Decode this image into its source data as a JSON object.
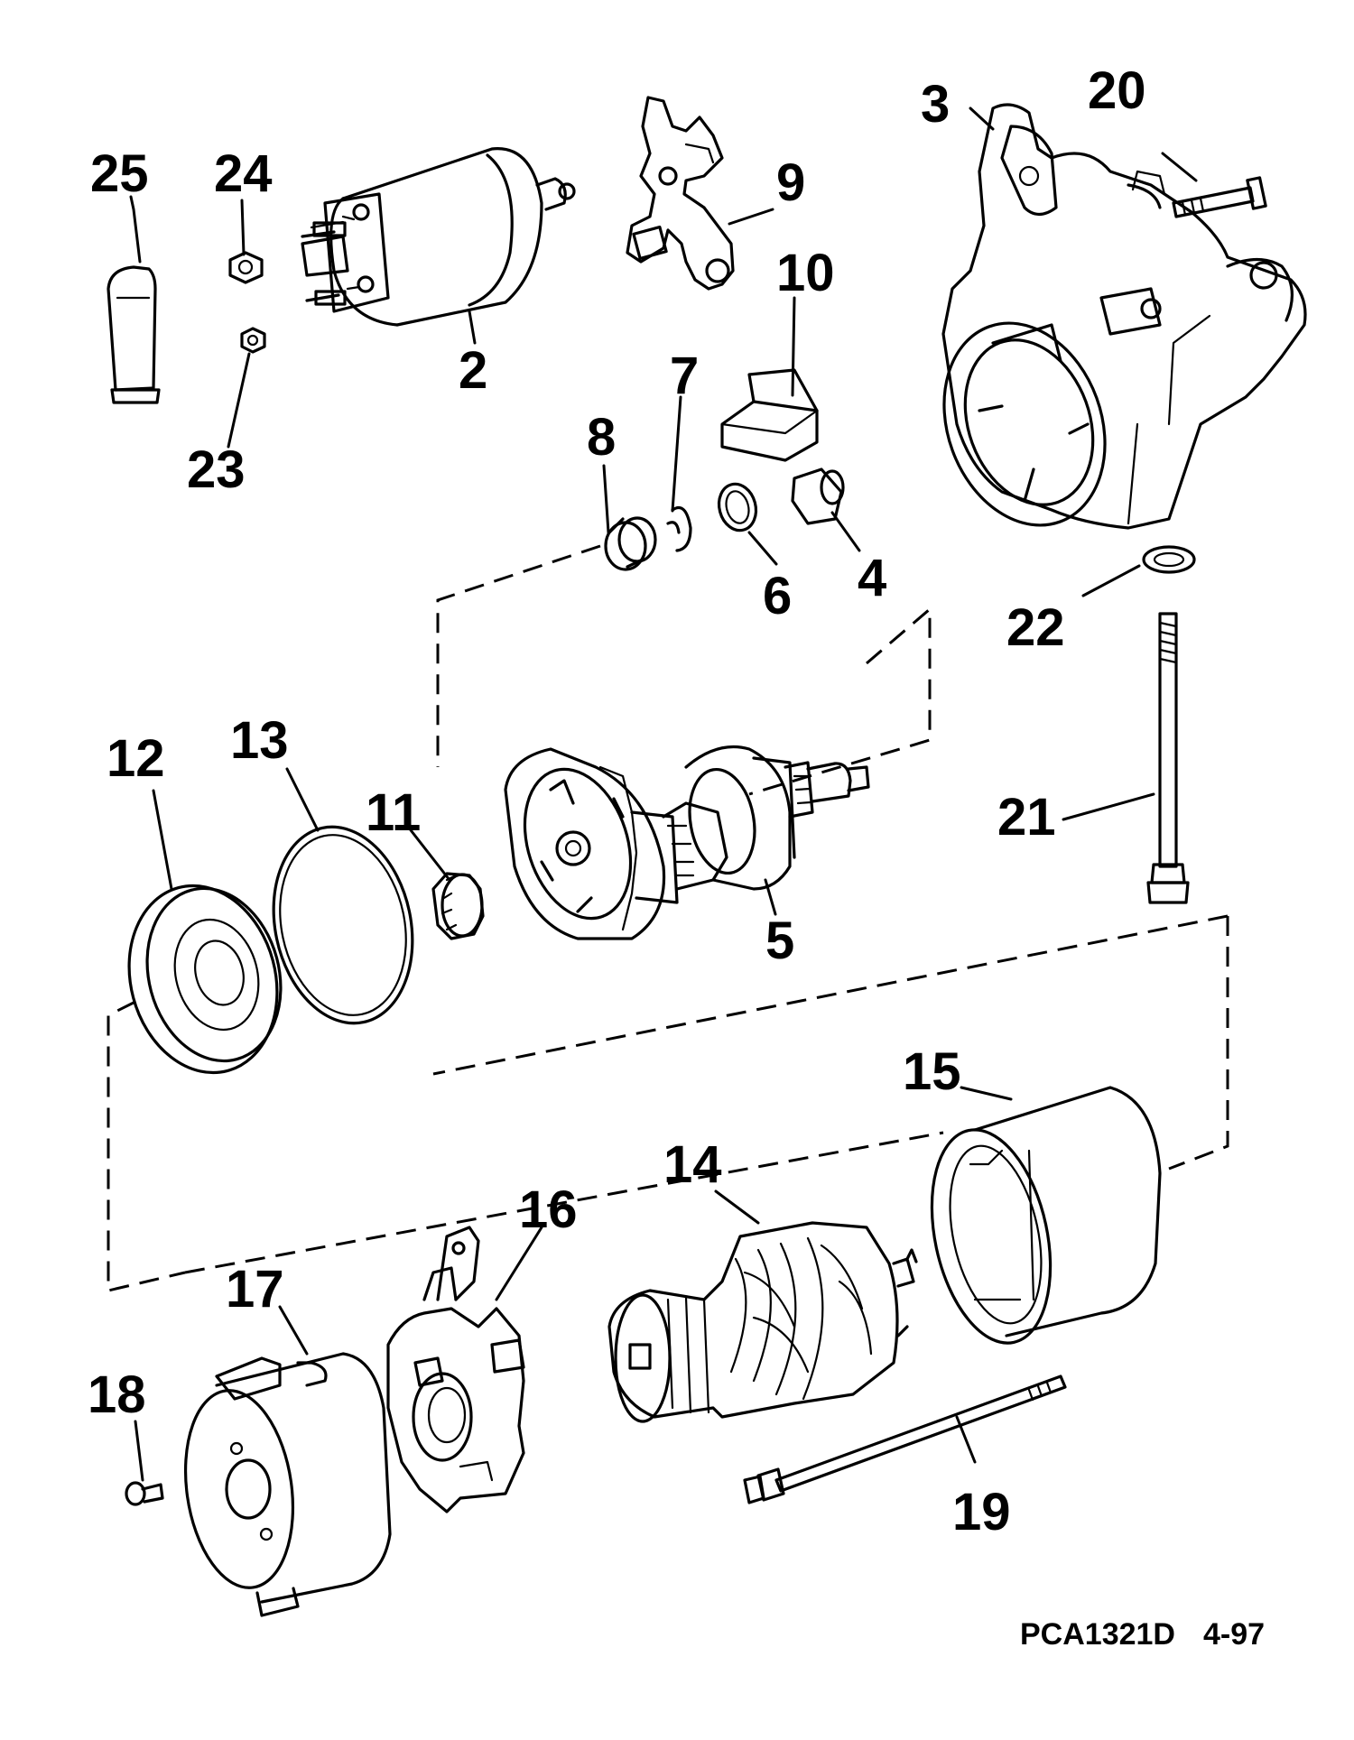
{
  "callouts": {
    "c2": "2",
    "c3": "3",
    "c4": "4",
    "c5": "5",
    "c6": "6",
    "c7": "7",
    "c8": "8",
    "c9": "9",
    "c10": "10",
    "c11": "11",
    "c12": "12",
    "c13": "13",
    "c14": "14",
    "c15": "15",
    "c16": "16",
    "c17": "17",
    "c18": "18",
    "c19": "19",
    "c20": "20",
    "c21": "21",
    "c22": "22",
    "c23": "23",
    "c24": "24",
    "c25": "25"
  },
  "footer": {
    "code": "PCA1321D",
    "date": "4-97"
  }
}
